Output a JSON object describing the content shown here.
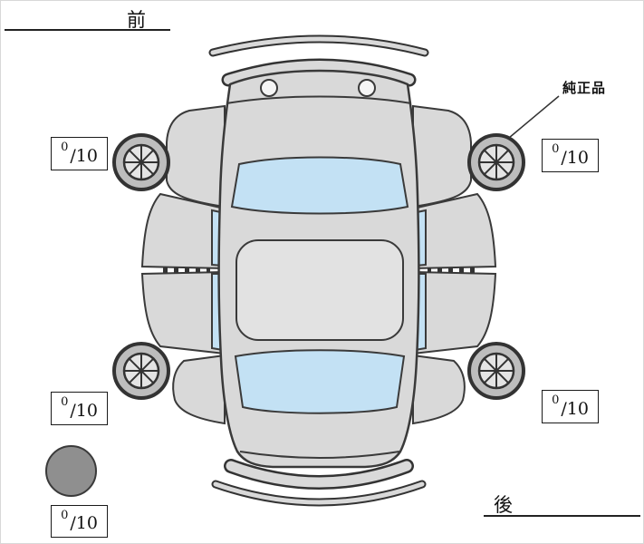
{
  "labels": {
    "front": "前",
    "rear": "後",
    "genuine_part": "純正品"
  },
  "tread_scores": {
    "front_left": {
      "value": "0",
      "scale": "/10"
    },
    "front_right": {
      "value": "0",
      "scale": "/10"
    },
    "rear_left": {
      "value": "0",
      "scale": "/10"
    },
    "rear_right": {
      "value": "0",
      "scale": "/10"
    },
    "spare": {
      "value": "0",
      "scale": "/10"
    }
  },
  "colors": {
    "body": "#d9d9d9",
    "roof": "#e2e2e2",
    "window": "#c3e1f4",
    "wheel_tire": "#bdbdbd",
    "wheel_hub": "#e4e4e4",
    "outline": "#333333",
    "spare_tire": "#8f8f8f"
  }
}
